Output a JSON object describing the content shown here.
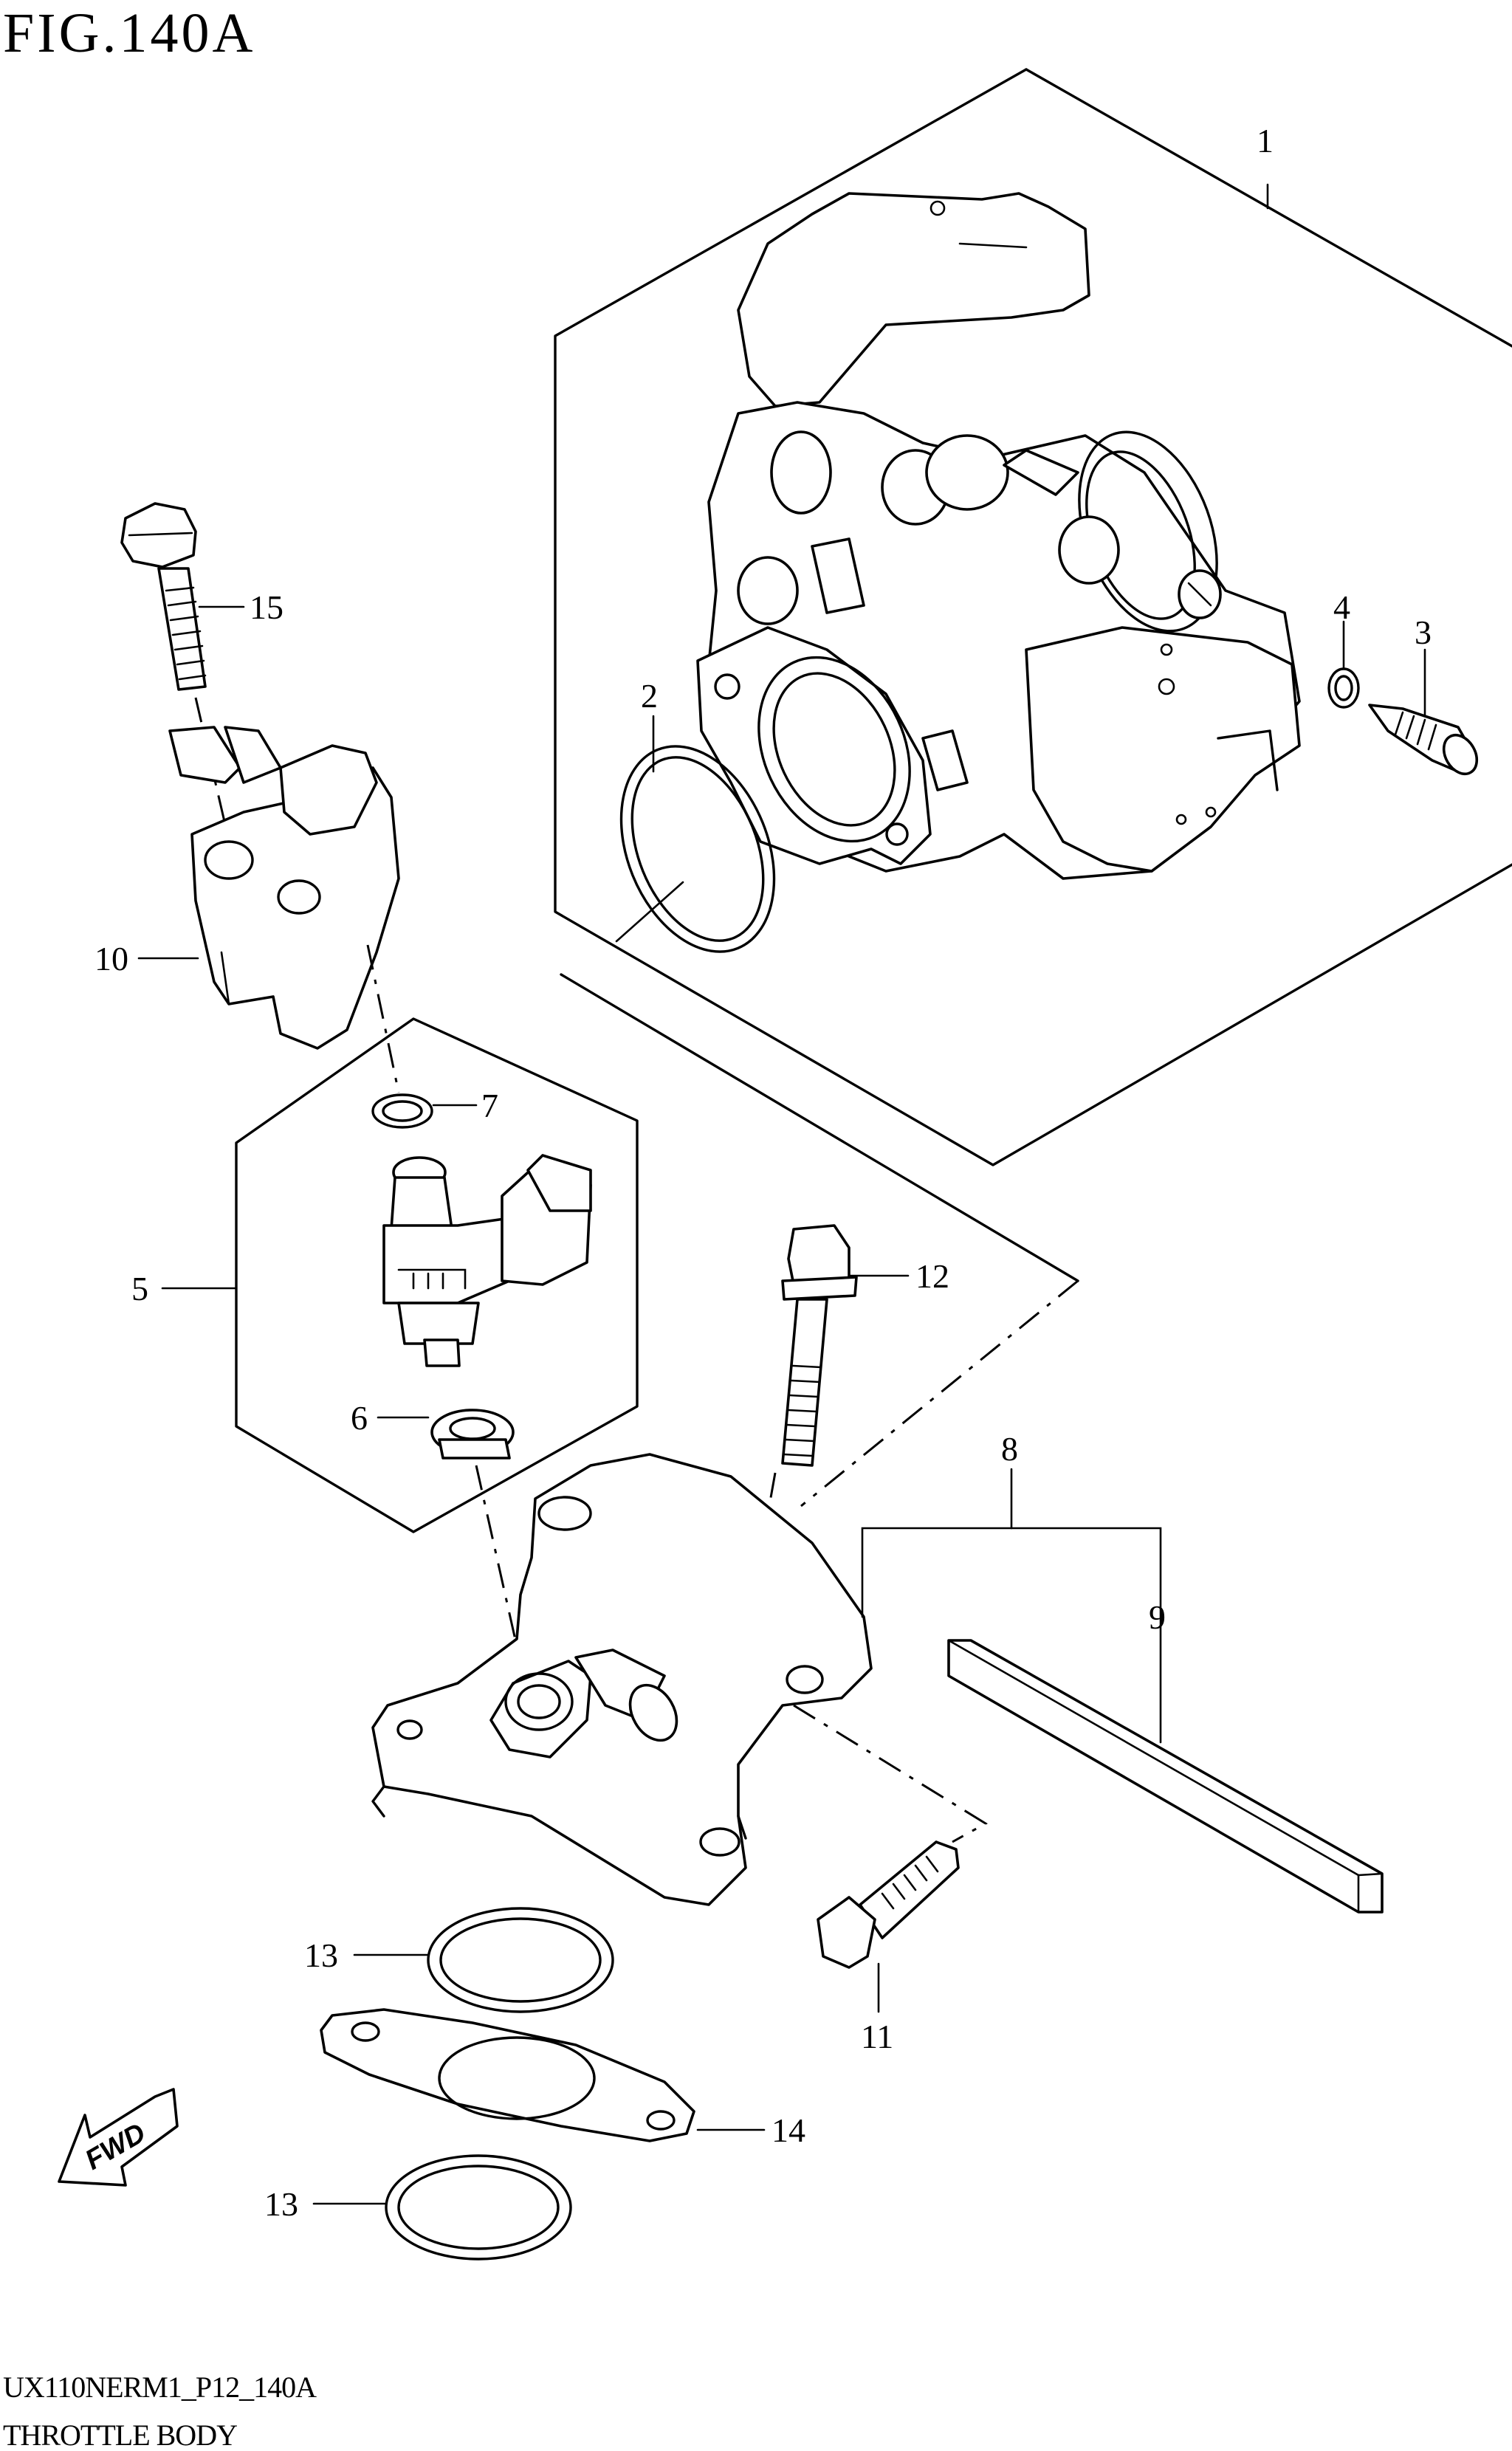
{
  "figure": {
    "title": "FIG.140A",
    "code": "UX110NERM1_P12_140A",
    "name": "THROTTLE BODY",
    "fwd_label": "FWD"
  },
  "callouts": {
    "c1": "1",
    "c2": "2",
    "c3": "3",
    "c4": "4",
    "c5": "5",
    "c6": "6",
    "c7": "7",
    "c8": "8",
    "c9": "9",
    "c10": "10",
    "c11": "11",
    "c12": "12",
    "c13a": "13",
    "c13b": "13",
    "c14": "14",
    "c15": "15"
  }
}
